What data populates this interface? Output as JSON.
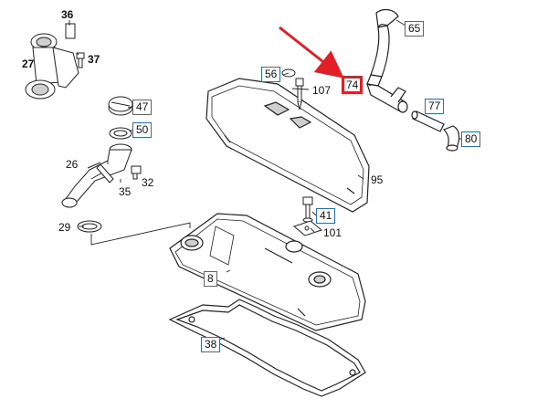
{
  "part_labels": {
    "p36": "36",
    "p27": "27",
    "p37": "37",
    "p26": "26",
    "p35": "35",
    "p32": "32",
    "p29": "29",
    "p107": "107",
    "p95": "95",
    "p101": "101"
  },
  "boxed_labels": {
    "p65": "65",
    "p56": "56",
    "p74": "74",
    "p77": "77",
    "p80": "80",
    "p47": "47",
    "p50": "50",
    "p41": "41",
    "p8": "8",
    "p38": "38"
  },
  "colors": {
    "box_border": "#2b6fb5",
    "highlight": "#e21e26",
    "line": "#222222",
    "shade": "#cfcfcf"
  },
  "highlighted_part": "74"
}
